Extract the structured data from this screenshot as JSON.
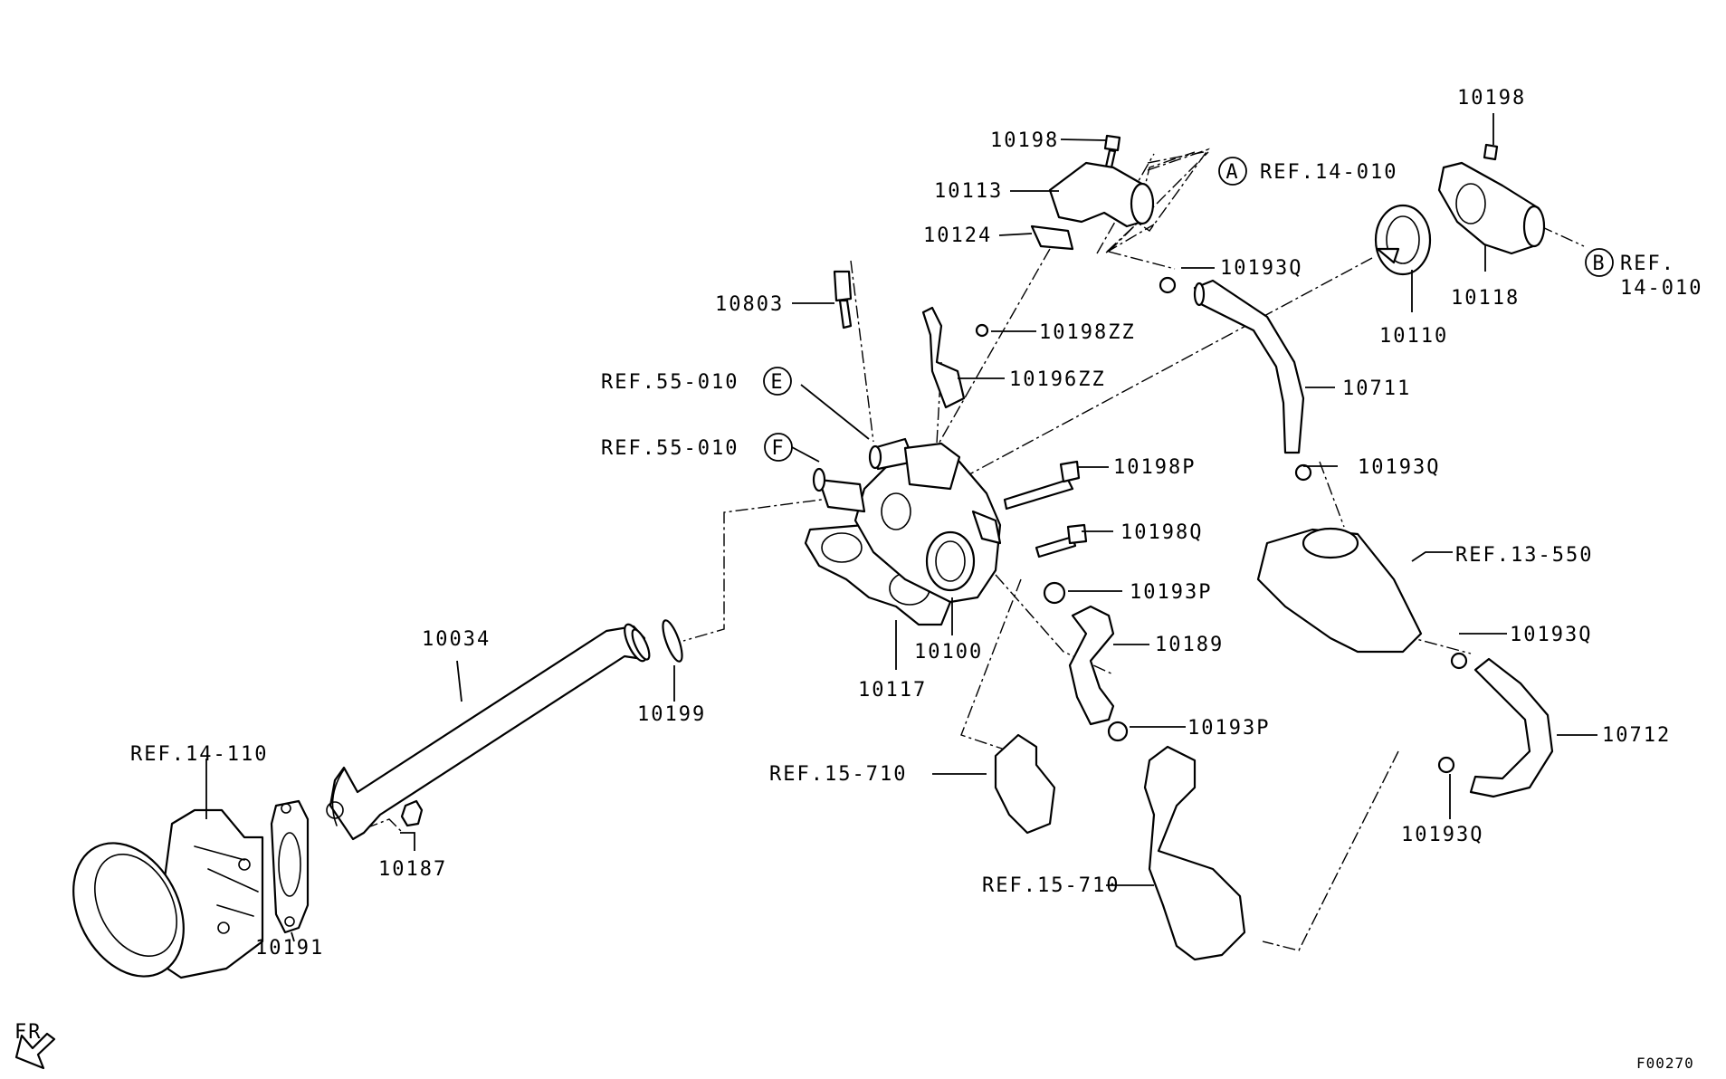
{
  "figure_code": "F00270",
  "direction_label": "FR",
  "callouts": [
    "A",
    "B",
    "E",
    "F"
  ],
  "parts": [
    "10198",
    "10113",
    "10124",
    "10803",
    "10198ZZ",
    "10196ZZ",
    "10193Q",
    "10110",
    "10118",
    "10711",
    "10198P",
    "10198Q",
    "10193P",
    "10189",
    "10100",
    "10117",
    "10034",
    "10199",
    "10187",
    "10191",
    "10712"
  ],
  "references": [
    "REF.14-010",
    "REF.14-010",
    "REF.55-010",
    "REF.55-010",
    "REF.13-550",
    "REF.14-110",
    "REF.15-710",
    "REF.15-710"
  ]
}
